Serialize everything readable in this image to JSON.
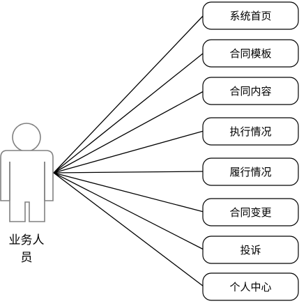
{
  "actor": {
    "label_line1": "业务人",
    "label_line2": "员"
  },
  "use_cases": [
    {
      "label": "系统首页"
    },
    {
      "label": "合同模板"
    },
    {
      "label": "合同内容"
    },
    {
      "label": "执行情况"
    },
    {
      "label": "履行情况"
    },
    {
      "label": "合同变更"
    },
    {
      "label": "投诉"
    },
    {
      "label": "个人中心"
    }
  ]
}
